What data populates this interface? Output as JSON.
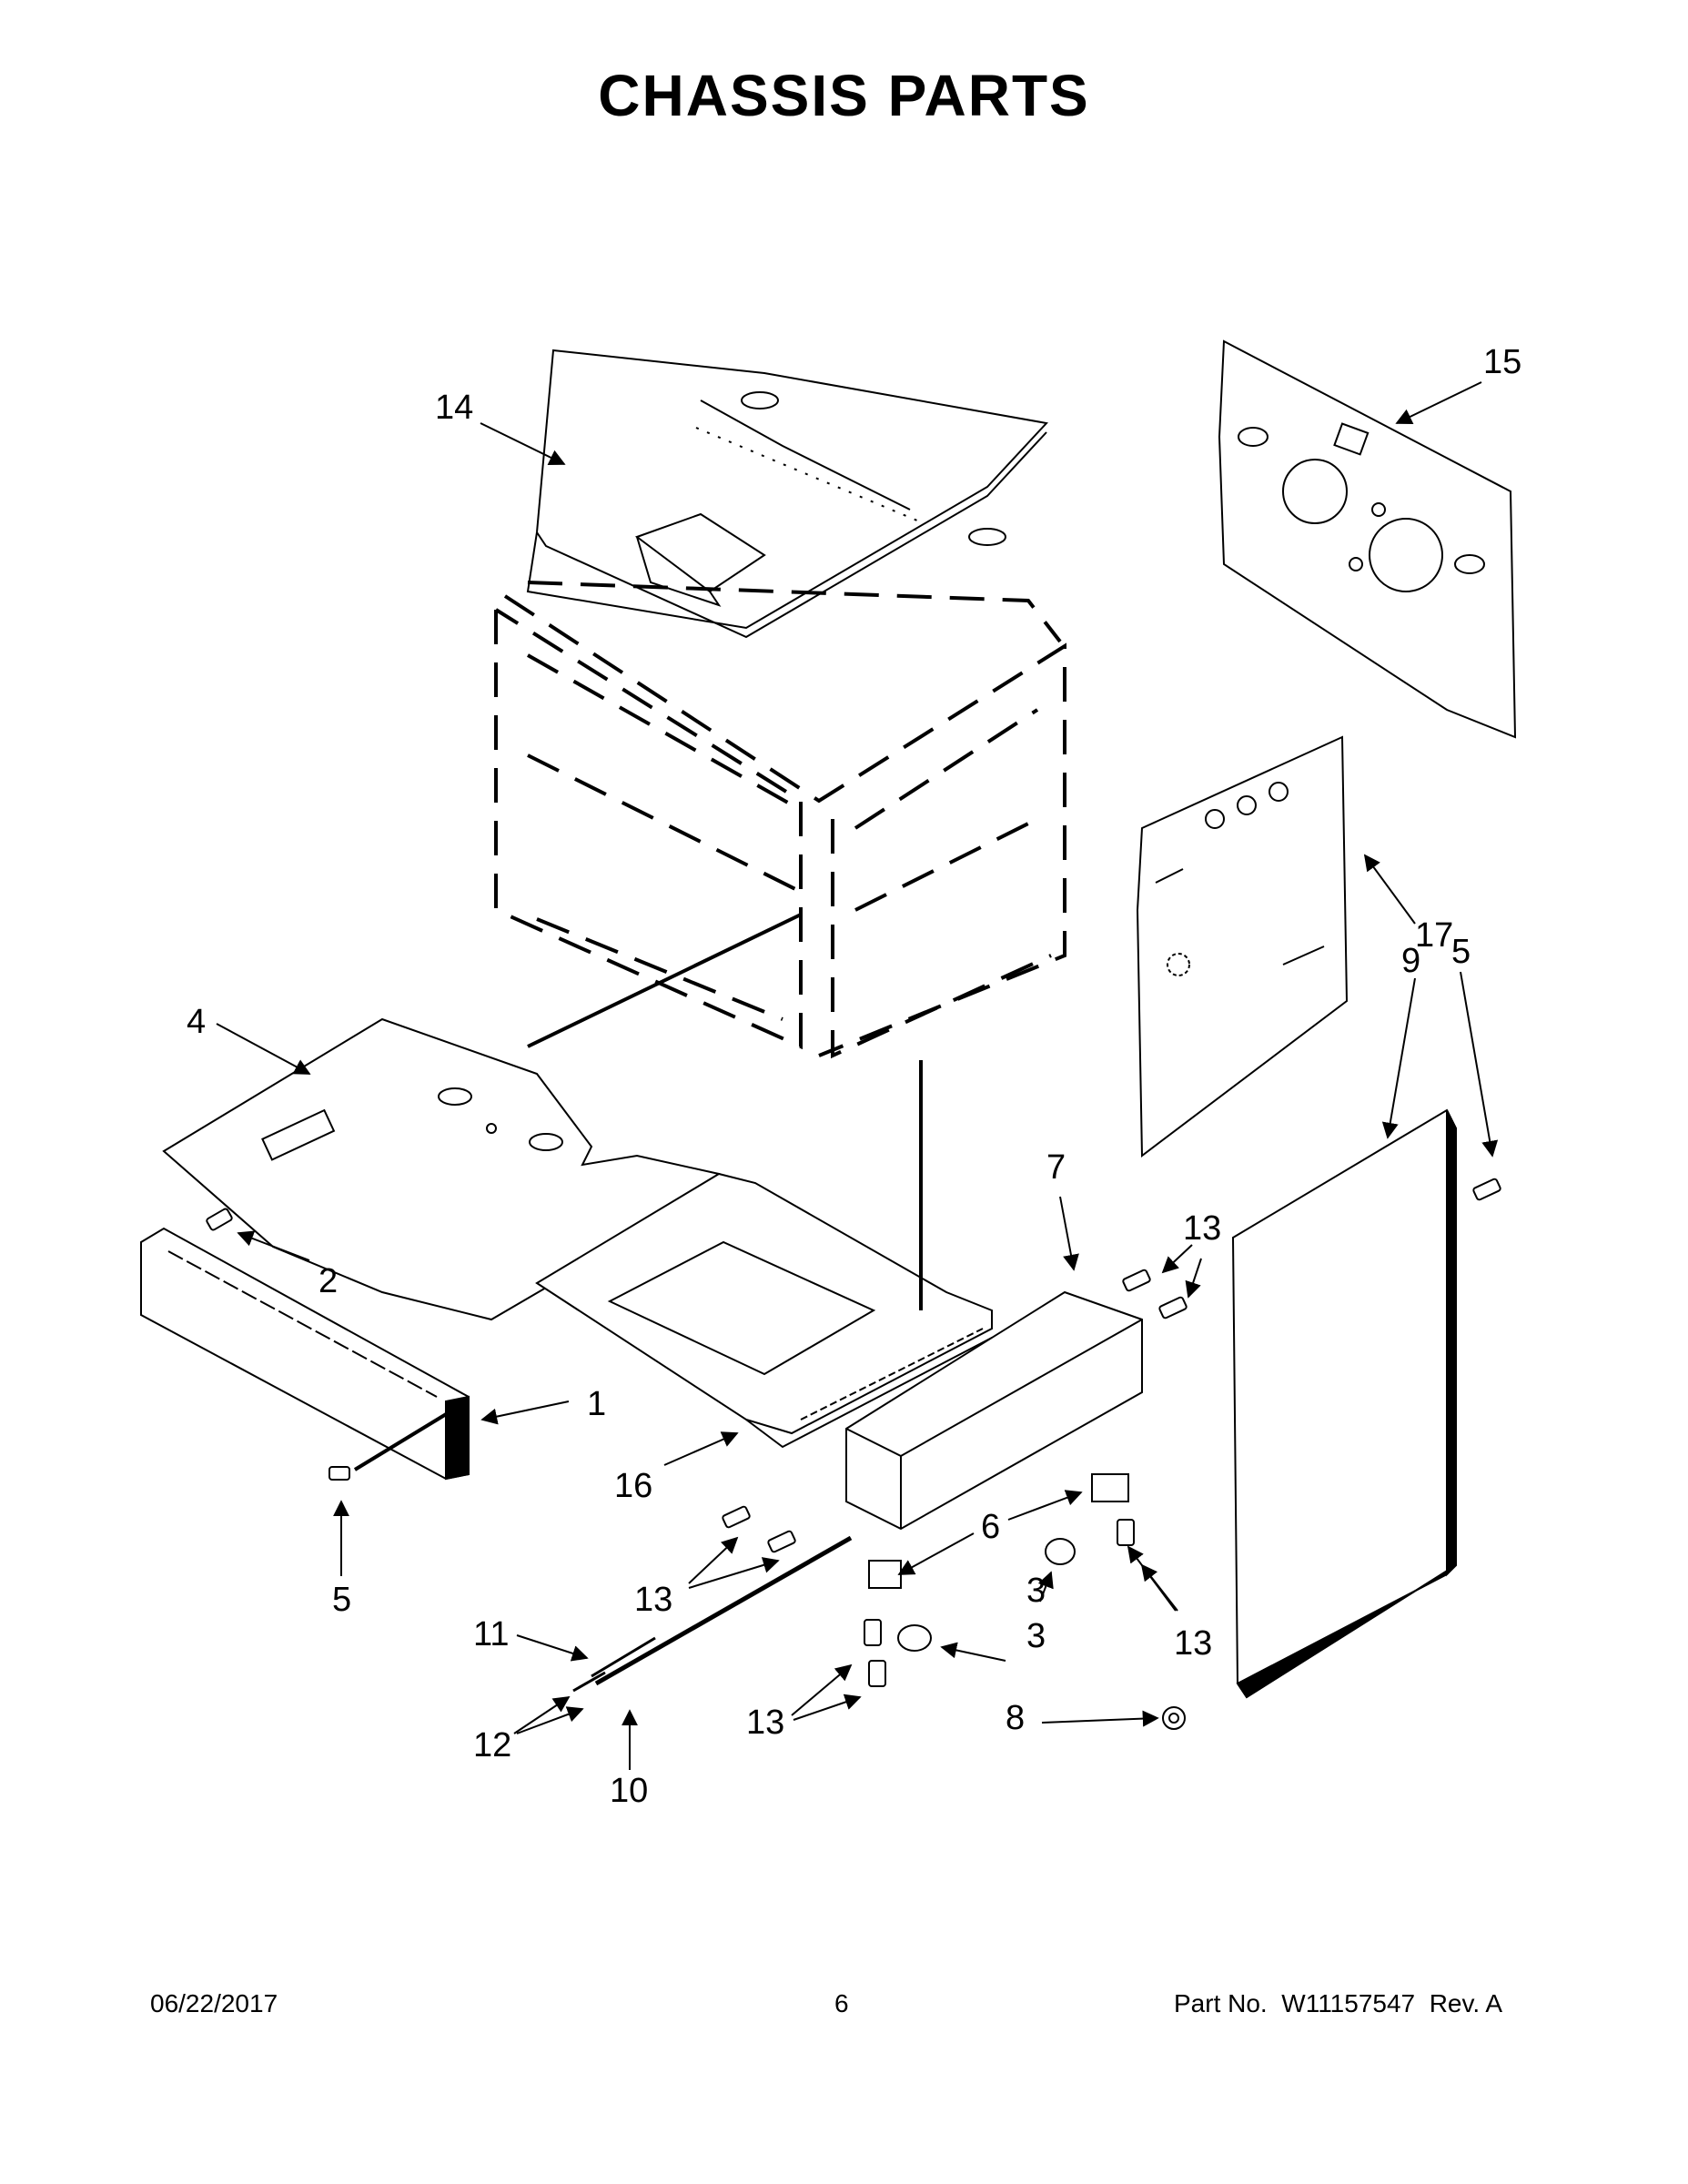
{
  "title": "CHASSIS PARTS",
  "callouts": {
    "c1": "1",
    "c2": "2",
    "c3a": "3",
    "c3b": "3",
    "c4": "4",
    "c5a": "5",
    "c5b": "5",
    "c6": "6",
    "c7": "7",
    "c8": "8",
    "c9": "9",
    "c10": "10",
    "c11": "11",
    "c12": "12",
    "c13a": "13",
    "c13b": "13",
    "c13c": "13",
    "c13d": "13",
    "c14": "14",
    "c15": "15",
    "c16": "16",
    "c17": "17"
  },
  "footer": {
    "date": "06/22/2017",
    "page": "6",
    "part_label": "Part No.",
    "part_number": "W11157547",
    "rev_label": "Rev.",
    "rev": "A"
  }
}
